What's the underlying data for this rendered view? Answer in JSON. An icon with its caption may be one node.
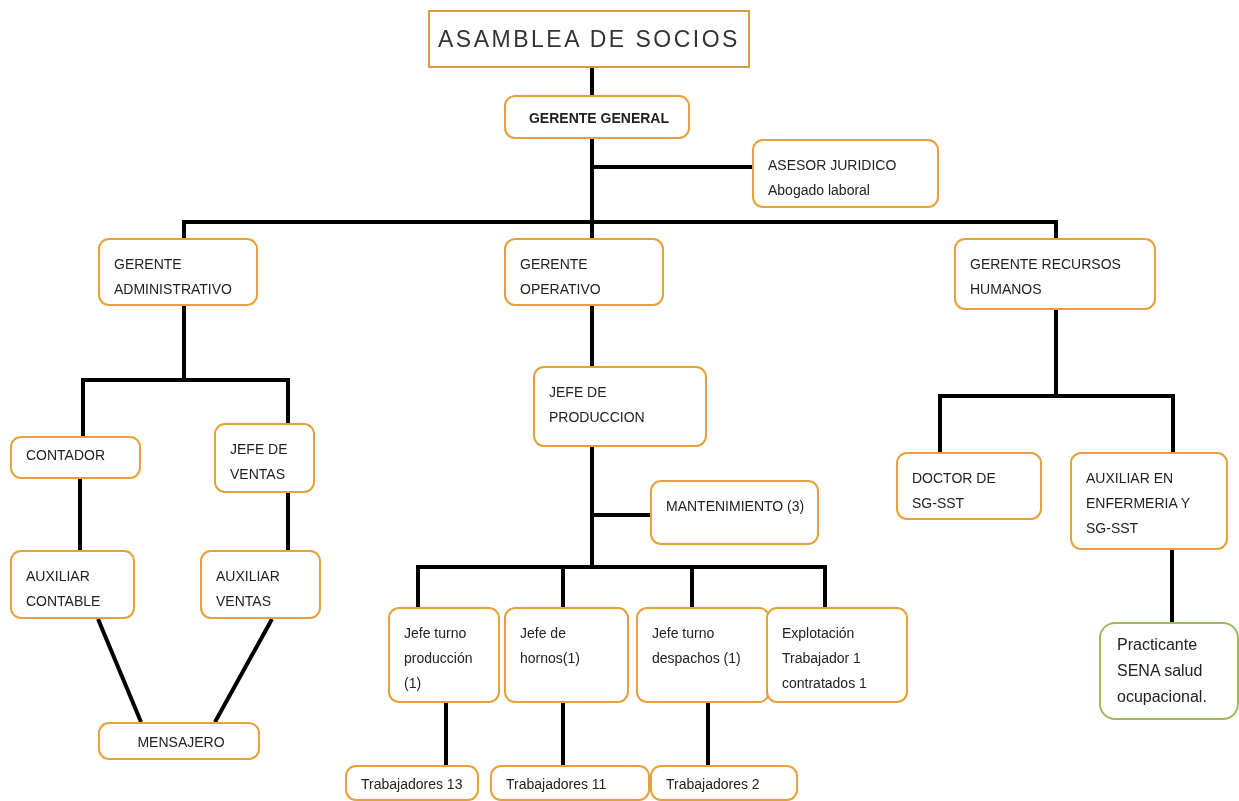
{
  "diagram": {
    "nodes": [
      {
        "text": [
          "ASAMBLEA DE SOCIOS"
        ]
      },
      {
        "text": [
          "GERENTE GENERAL"
        ]
      },
      {
        "text": [
          "ASESOR JURIDICO",
          "Abogado laboral"
        ]
      },
      {
        "text": [
          "GERENTE ADMINISTRATIVO"
        ]
      },
      {
        "text": [
          "GERENTE OPERATIVO"
        ]
      },
      {
        "text": [
          "GERENTE RECURSOS HUMANOS"
        ]
      },
      {
        "text": [
          "CONTADOR"
        ]
      },
      {
        "text": [
          "JEFE DE VENTAS"
        ]
      },
      {
        "text": [
          "JEFE DE PRODUCCION"
        ]
      },
      {
        "text": [
          "MANTENIMIENTO (3)"
        ]
      },
      {
        "text": [
          "DOCTOR DE SG-SST"
        ]
      },
      {
        "text": [
          "AUXILIAR EN ENFERMERIA Y SG-SST"
        ]
      },
      {
        "text": [
          "AUXILIAR CONTABLE"
        ]
      },
      {
        "text": [
          "AUXILIAR VENTAS"
        ]
      },
      {
        "text": [
          "Jefe turno producción (1)"
        ]
      },
      {
        "text": [
          "Jefe de hornos(1)"
        ]
      },
      {
        "text": [
          "Jefe turno despachos (1)"
        ]
      },
      {
        "text": [
          "Explotación Trabajador 1 contratados 1"
        ]
      },
      {
        "text": [
          "Practicante SENA salud ocupacional."
        ]
      },
      {
        "text": [
          "MENSAJERO"
        ]
      },
      {
        "text": [
          "Trabajadores 13"
        ]
      },
      {
        "text": [
          "Trabajadores 11"
        ]
      },
      {
        "text": [
          "Trabajadores 2"
        ]
      }
    ],
    "edges": [
      {
        "from": 0,
        "to": 1,
        "arrow": "none"
      },
      {
        "from": 1,
        "to": 2,
        "arrow": "none"
      },
      {
        "from": 1,
        "to": 3,
        "arrow": "none"
      },
      {
        "from": 1,
        "to": 4,
        "arrow": "none"
      },
      {
        "from": 1,
        "to": 5,
        "arrow": "none"
      },
      {
        "from": 3,
        "to": 6,
        "arrow": "none"
      },
      {
        "from": 3,
        "to": 7,
        "arrow": "none"
      },
      {
        "from": 4,
        "to": 8,
        "arrow": "none"
      },
      {
        "from": 8,
        "to": 9,
        "arrow": "none"
      },
      {
        "from": 8,
        "to": 14,
        "arrow": "none"
      },
      {
        "from": 8,
        "to": 15,
        "arrow": "none"
      },
      {
        "from": 8,
        "to": 16,
        "arrow": "none"
      },
      {
        "from": 8,
        "to": 17,
        "arrow": "none"
      },
      {
        "from": 5,
        "to": 10,
        "arrow": "none"
      },
      {
        "from": 5,
        "to": 11,
        "arrow": "none"
      },
      {
        "from": 6,
        "to": 12,
        "arrow": "none"
      },
      {
        "from": 7,
        "to": 13,
        "arrow": "none"
      },
      {
        "from": 11,
        "to": 18,
        "arrow": "none"
      },
      {
        "from": 12,
        "to": 19,
        "arrow": "none"
      },
      {
        "from": 13,
        "to": 19,
        "arrow": "none"
      },
      {
        "from": 14,
        "to": 20,
        "arrow": "none"
      },
      {
        "from": 15,
        "to": 21,
        "arrow": "none"
      },
      {
        "from": 16,
        "to": 22,
        "arrow": "none"
      }
    ]
  }
}
